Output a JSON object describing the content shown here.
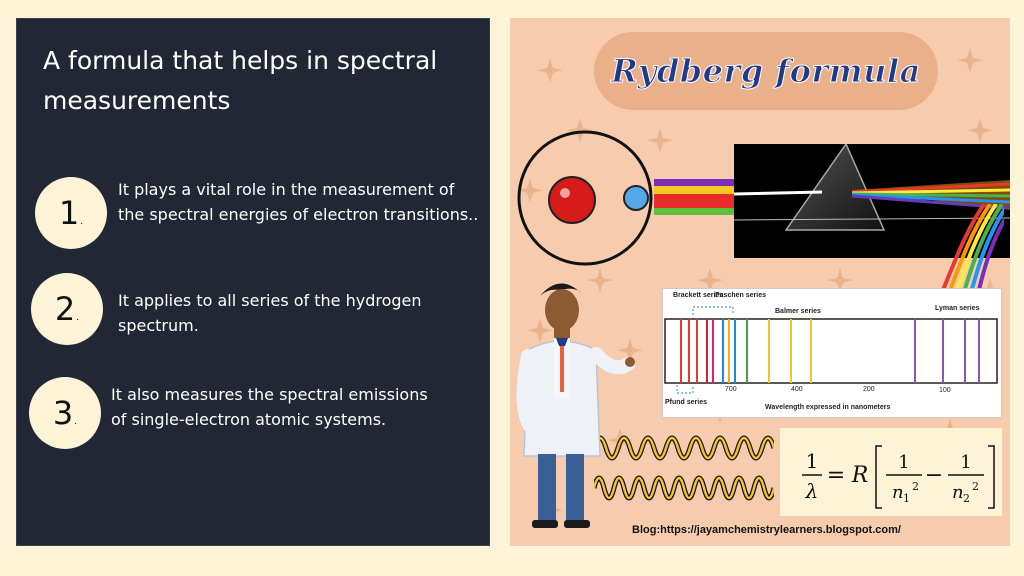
{
  "left_panel": {
    "title": "A formula that helps in spectral measurements",
    "points": [
      {
        "number": "1",
        "suffix": ".",
        "text": "It plays a vital role in the measurement of the spectral energies of electron transitions.."
      },
      {
        "number": "2",
        "suffix": ".",
        "text": "It applies to all series of the hydrogen spectrum."
      },
      {
        "number": "3",
        "suffix": ".",
        "text": "It also measures the spectral emissions of single-electron atomic systems."
      }
    ]
  },
  "right_panel": {
    "banner_title": "Rydberg formula",
    "spectrum": {
      "series_labels": {
        "brackett": "Brackett series",
        "paschen": "Paschen series",
        "balmer": "Balmer series",
        "lyman": "Lyman series",
        "pfund": "Pfund series"
      },
      "ticks": [
        "700",
        "400",
        "200",
        "100"
      ],
      "axis_label": "Wavelength expressed in nanometers"
    },
    "formula": {
      "lhs_num": "1",
      "lhs_den": "λ",
      "equals": "=",
      "constant": "R",
      "term1_num": "1",
      "term1_den": "n",
      "term1_sub": "1",
      "term1_exp": "2",
      "minus": "−",
      "term2_num": "1",
      "term2_den": "n",
      "term2_sub": "2",
      "term2_exp": "2"
    },
    "blog": "Blog:https://jayamchemistrylearners.blogspot.com/"
  },
  "colors": {
    "panel_bg": "#212735",
    "page_bg": "#fdf3d6",
    "illustration_bg": "#f7ccae",
    "banner_text": "#1f3a8c"
  }
}
